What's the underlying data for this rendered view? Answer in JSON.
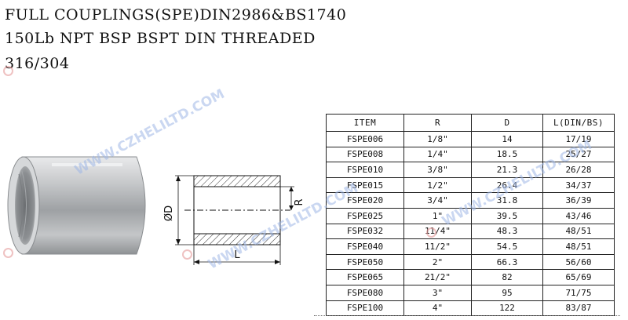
{
  "header": {
    "line1": "FULL COUPLINGS(SPE)DIN2986&BS1740",
    "line2": "150Lb NPT BSP BSPT DIN  THREADED",
    "line3": "316/304"
  },
  "watermark": {
    "text": "WWW.CZHELILTD.COM"
  },
  "drawing": {
    "dim_diameter": "ØD",
    "dim_radius": "R",
    "dim_length": "L"
  },
  "table": {
    "headers": [
      "ITEM",
      "R",
      "D",
      "L(DIN/BS)"
    ],
    "rows": [
      [
        "FSPE006",
        "1/8\"",
        "14",
        "17/19"
      ],
      [
        "FSPE008",
        "1/4\"",
        "18.5",
        "25/27"
      ],
      [
        "FSPE010",
        "3/8\"",
        "21.3",
        "26/28"
      ],
      [
        "FSPE015",
        "1/2\"",
        "26.4",
        "34/37"
      ],
      [
        "FSPE020",
        "3/4\"",
        "31.8",
        "36/39"
      ],
      [
        "FSPE025",
        "1\"",
        "39.5",
        "43/46"
      ],
      [
        "FSPE032",
        "11/4\"",
        "48.3",
        "48/51"
      ],
      [
        "FSPE040",
        "11/2\"",
        "54.5",
        "48/51"
      ],
      [
        "FSPE050",
        "2\"",
        "66.3",
        "56/60"
      ],
      [
        "FSPE065",
        "21/2\"",
        "82",
        "65/69"
      ],
      [
        "FSPE080",
        "3\"",
        "95",
        "71/75"
      ],
      [
        "FSPE100",
        "4\"",
        "122",
        "83/87"
      ]
    ]
  },
  "colors": {
    "watermark": "#9fb7e6",
    "metal": "#b9bcbf",
    "hatch": "#333333"
  }
}
